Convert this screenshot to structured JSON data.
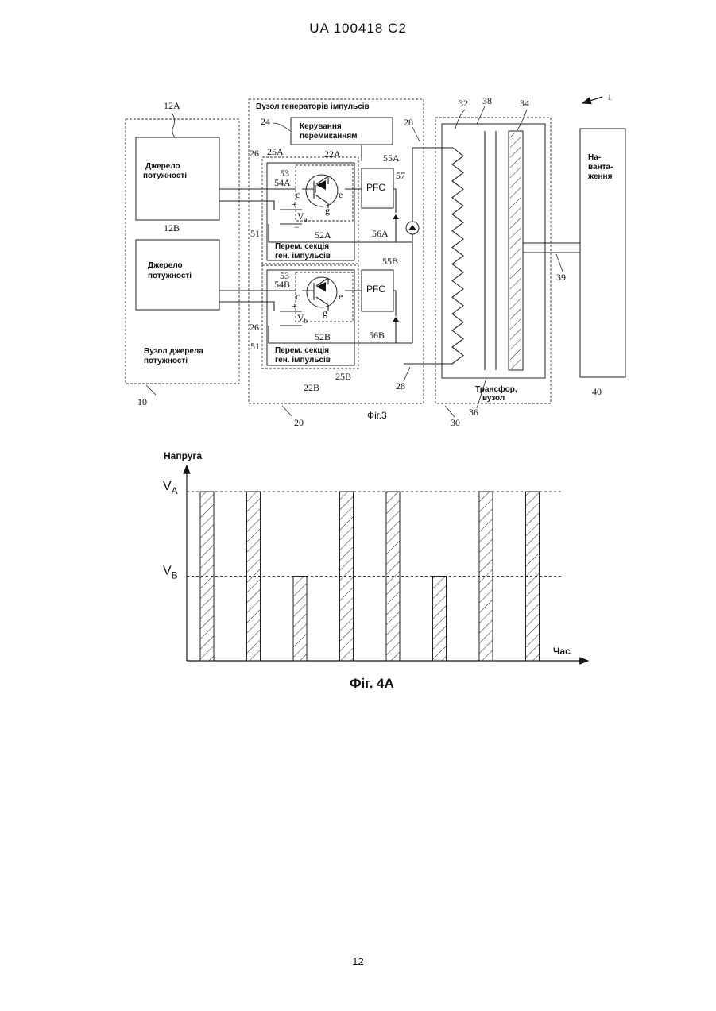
{
  "page": {
    "header": "UA   100418   C2",
    "footer": "12"
  },
  "fig3": {
    "caption": "Фіг.3",
    "power_assembly": {
      "label_line1": "Вузол джерела",
      "label_line2": "потужності",
      "ref": "10",
      "source_a": {
        "ref": "12A",
        "line1": "Джерело",
        "line2": "потужності"
      },
      "source_b": {
        "ref": "12B",
        "line1": "Джерело",
        "line2": "потужності"
      }
    },
    "pulse_gen_assembly": {
      "title": "Вузол генераторів імпульсів",
      "ref": "20",
      "switch_control": {
        "ref": "24",
        "line1": "Керування",
        "line2": "перемиканням"
      },
      "section_a": {
        "line1": "Перем. секція",
        "line2": "ген. імпульсів",
        "ref_section": "25A",
        "ref_switch": "22A",
        "ref_53": "53",
        "ref_54": "54A",
        "ref_cap": "52A",
        "ref_51": "51",
        "ref_26": "26",
        "voltage": "V",
        "voltage_sub": "a",
        "pfc": "PFC",
        "ref_pfc": "55A",
        "ref_diode": "56A"
      },
      "section_b": {
        "line1": "Перем. секція",
        "line2": "ген. імпульсів",
        "ref_section": "25B",
        "ref_switch": "22B",
        "ref_53": "53",
        "ref_54": "54B",
        "ref_cap": "52B",
        "ref_51": "51",
        "ref_26": "26",
        "voltage": "V",
        "voltage_sub": "b",
        "pfc": "PFC",
        "ref_pfc": "55B",
        "ref_diode": "56B"
      },
      "terminals": {
        "c": "c",
        "e": "e",
        "g": "g",
        "plus": "+",
        "minus": "−"
      },
      "ref_57": "57",
      "ref_28_top": "28",
      "ref_28_bottom": "28"
    },
    "transformer": {
      "ref": "30",
      "label_line1": "Трансфор,",
      "label_line2": "вузол",
      "ref_primary": "32",
      "ref_core": "38",
      "ref_secondary": "34",
      "ref_36": "36"
    },
    "load": {
      "line1": "На-",
      "line2": "ванта-",
      "line3": "ження",
      "ref": "40",
      "ref_39": "39"
    },
    "system_ref": "1"
  },
  "fig4a": {
    "caption": "Фіг. 4A",
    "chart_data": {
      "type": "bar",
      "ylabel": "Напруга",
      "xlabel": "Час",
      "levels": [
        {
          "name": "V",
          "sub": "A",
          "value": 1.0
        },
        {
          "name": "V",
          "sub": "B",
          "value": 0.5
        }
      ],
      "pulses": [
        {
          "t": 1,
          "level": "A"
        },
        {
          "t": 2,
          "level": "A"
        },
        {
          "t": 3,
          "level": "B"
        },
        {
          "t": 4,
          "level": "A"
        },
        {
          "t": 5,
          "level": "A"
        },
        {
          "t": 6,
          "level": "B"
        },
        {
          "t": 7,
          "level": "A"
        },
        {
          "t": 8,
          "level": "A"
        }
      ]
    }
  }
}
